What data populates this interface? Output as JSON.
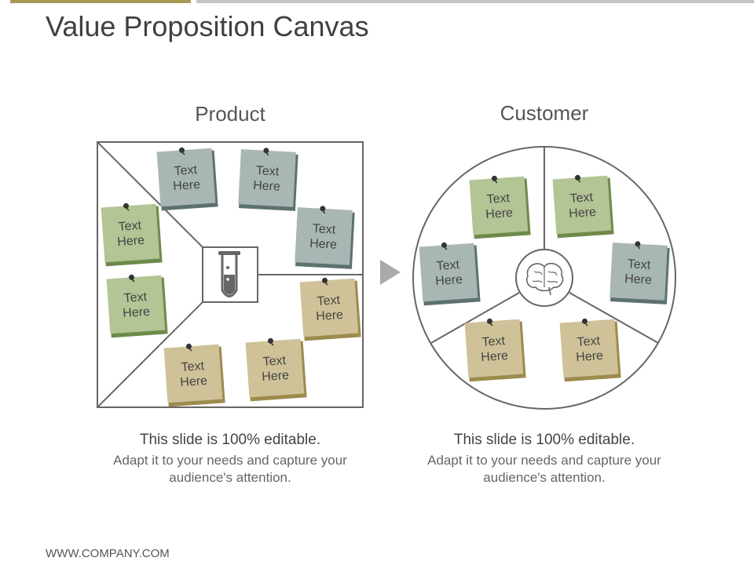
{
  "slide": {
    "title": "Value Proposition Canvas",
    "footer": "WWW.COMPANY.COM"
  },
  "product": {
    "heading": "Product",
    "notes": [
      {
        "line1": "Text",
        "line2": "Here",
        "color": "gray"
      },
      {
        "line1": "Text",
        "line2": "Here",
        "color": "gray"
      },
      {
        "line1": "Text",
        "line2": "Here",
        "color": "gray"
      },
      {
        "line1": "Text",
        "line2": "Here",
        "color": "green"
      },
      {
        "line1": "Text",
        "line2": "Here",
        "color": "green"
      },
      {
        "line1": "Text",
        "line2": "Here",
        "color": "tan"
      },
      {
        "line1": "Text",
        "line2": "Here",
        "color": "tan"
      },
      {
        "line1": "Text",
        "line2": "Here",
        "color": "tan"
      }
    ],
    "center_icon": "test-tube-icon",
    "caption": {
      "line1": "This slide is 100% editable.",
      "line2": "Adapt it to your needs and capture your audience's attention."
    }
  },
  "customer": {
    "heading": "Customer",
    "notes": [
      {
        "line1": "Text",
        "line2": "Here",
        "color": "green"
      },
      {
        "line1": "Text",
        "line2": "Here",
        "color": "green"
      },
      {
        "line1": "Text",
        "line2": "Here",
        "color": "gray"
      },
      {
        "line1": "Text",
        "line2": "Here",
        "color": "gray"
      },
      {
        "line1": "Text",
        "line2": "Here",
        "color": "tan"
      },
      {
        "line1": "Text",
        "line2": "Here",
        "color": "tan"
      }
    ],
    "center_icon": "brain-icon",
    "caption": {
      "line1": "This slide is 100% editable.",
      "line2": "Adapt it to your needs and capture your audience's attention."
    }
  },
  "connector_icon": "arrow-right-icon",
  "colors": {
    "gray": "#a9b7b4",
    "gray_shadow": "#5d7270",
    "green": "#b3c495",
    "green_shadow": "#6e8a4a",
    "tan": "#cfc299",
    "tan_shadow": "#9d8b4e",
    "outline": "#666666",
    "accent_bar": "#a89a55"
  }
}
